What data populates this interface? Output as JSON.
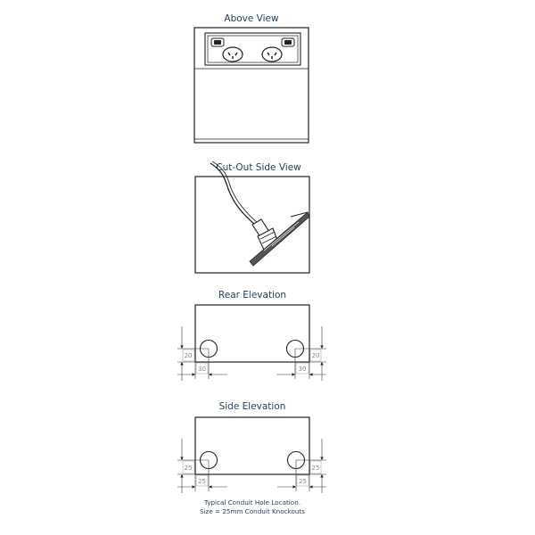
{
  "views": {
    "above": {
      "title": "Above View"
    },
    "cutout": {
      "title": "Cut-Out Side View"
    },
    "rear": {
      "title": "Rear Elevation",
      "left_vertical_dim": "20",
      "left_horizontal_dim": "30",
      "right_vertical_dim": "20",
      "right_horizontal_dim": "30"
    },
    "side": {
      "title": "Side Elevation",
      "left_vertical_dim": "25",
      "left_horizontal_dim": "25",
      "right_vertical_dim": "25",
      "right_horizontal_dim": "25"
    }
  },
  "notes": {
    "line1": "Typical Conduit Hole Location.",
    "line2": "Size = 25mm Conduit Knockouts"
  },
  "colors": {
    "title_text": "#1f3d5c",
    "line": "#222222",
    "dimension_text": "#888888"
  }
}
